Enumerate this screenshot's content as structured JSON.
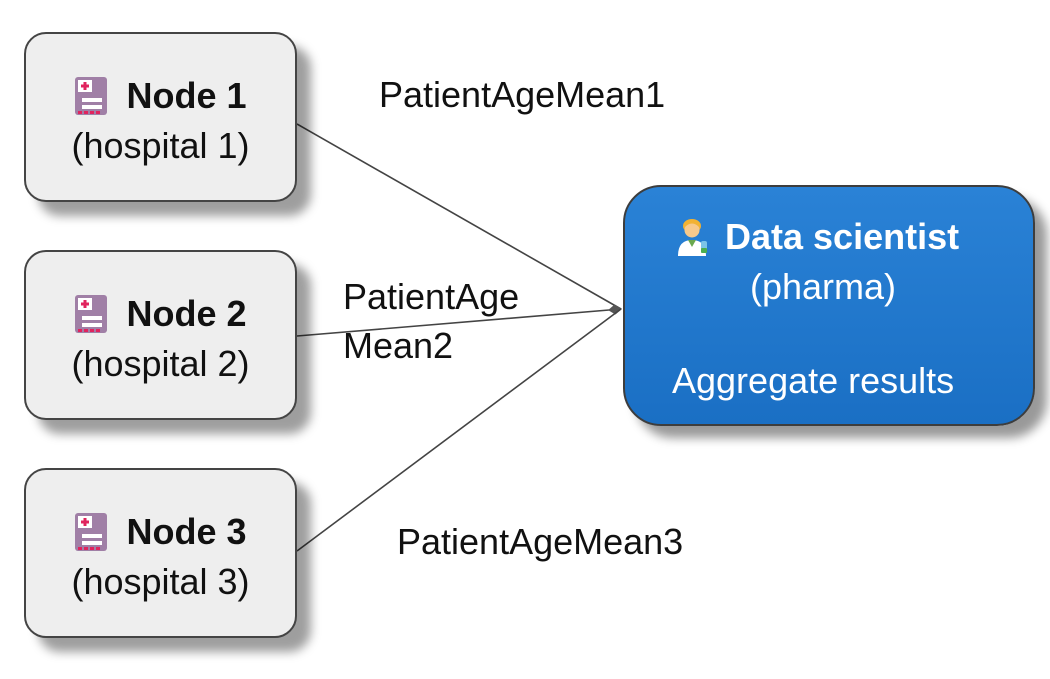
{
  "nodes": [
    {
      "title": "Node 1",
      "subtitle": "(hospital 1)",
      "icon": "hospital-icon"
    },
    {
      "title": "Node 2",
      "subtitle": "(hospital 2)",
      "icon": "hospital-icon"
    },
    {
      "title": "Node 3",
      "subtitle": "(hospital 3)",
      "icon": "hospital-icon"
    }
  ],
  "edges": [
    {
      "label": "PatientAgeMean1"
    },
    {
      "label_line1": "PatientAge",
      "label_line2": "Mean2"
    },
    {
      "label": "PatientAgeMean3"
    }
  ],
  "scientist": {
    "title": "Data scientist",
    "subtitle": "(pharma)",
    "action": "Aggregate results",
    "icon": "scientist-icon"
  },
  "colors": {
    "node_fill": "#eeeeee",
    "scientist_fill": "#1a6fc4",
    "edge": "#444444",
    "hospital_icon": "#a07fa6"
  }
}
